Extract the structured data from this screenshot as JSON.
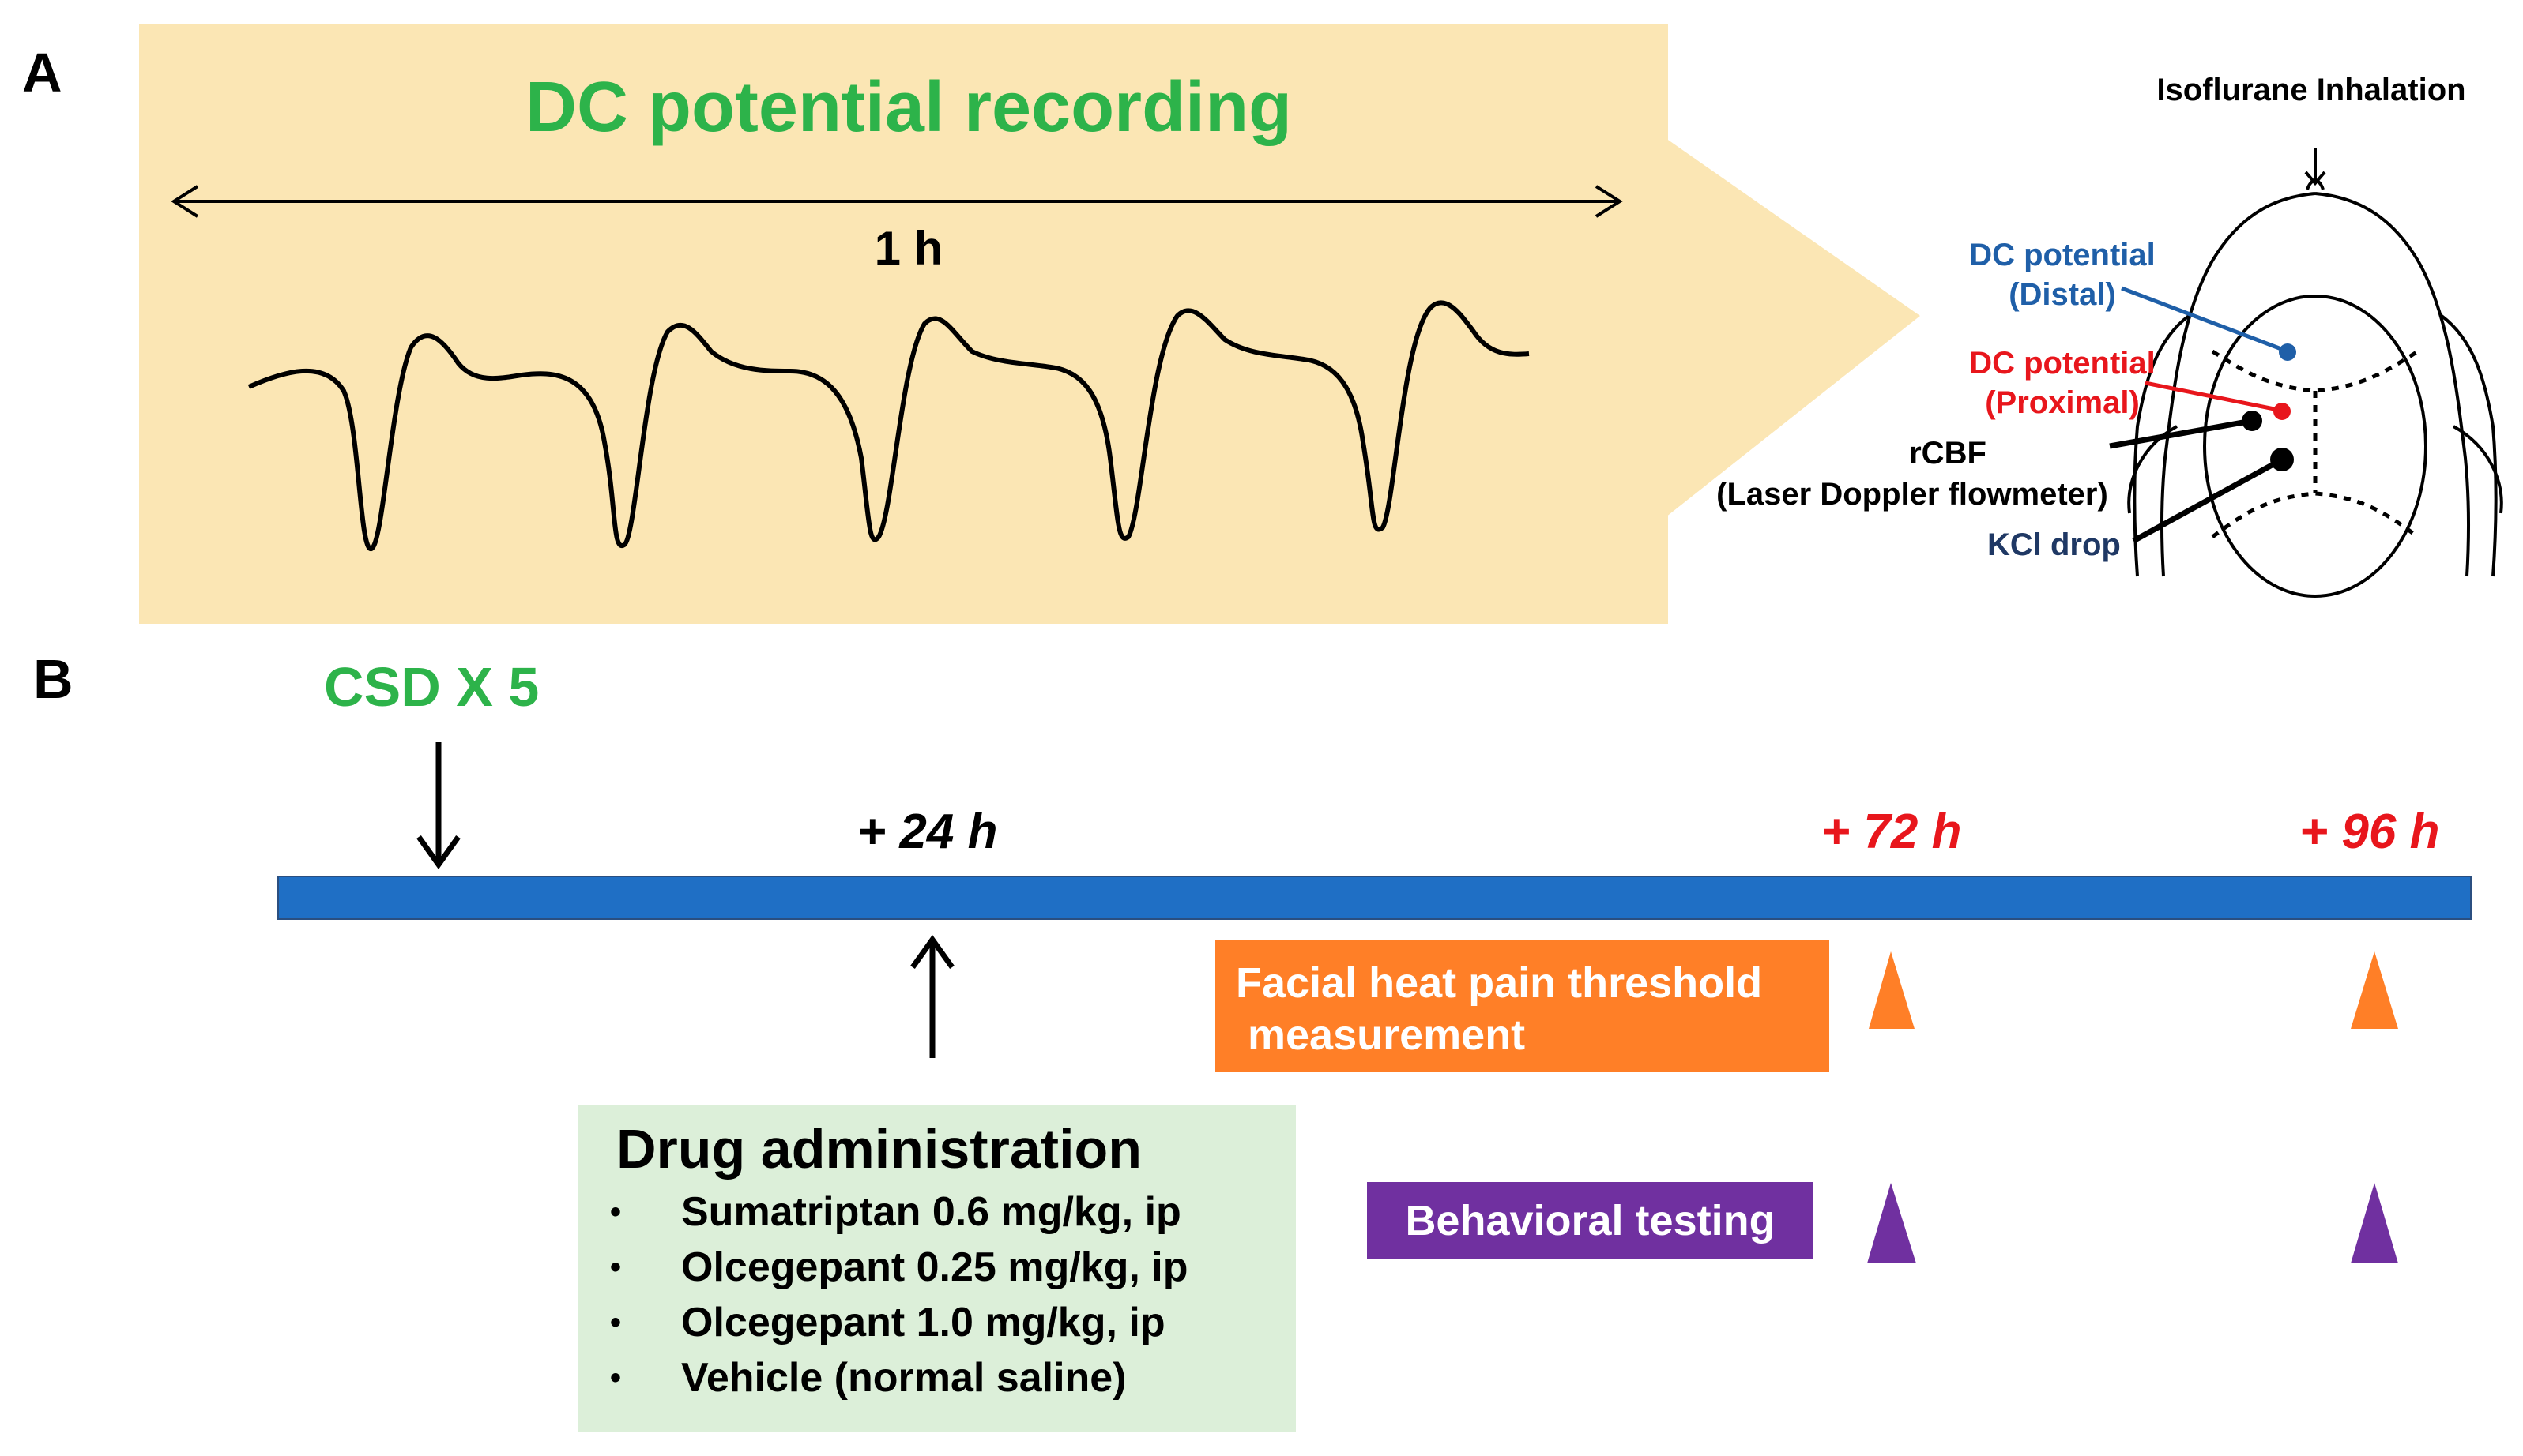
{
  "panel_a": {
    "letter": "A",
    "title": "DC potential recording",
    "duration_label": "1 h",
    "trace_events": 5
  },
  "rat_diagram": {
    "isoflurane_label": "Isoflurane Inhalation",
    "distal_label_1": "DC potential",
    "distal_label_2": "(Distal)",
    "proximal_label_1": "DC potential",
    "proximal_label_2": "(Proximal)",
    "rcbf_label_1": "rCBF",
    "rcbf_label_2": "(Laser Doppler flowmeter)",
    "kcl_label": "KCl drop",
    "colors": {
      "distal": "#1f5fa8",
      "proximal": "#e8161c",
      "kcl": "#1f3864"
    }
  },
  "panel_b": {
    "letter": "B",
    "csd_label": "CSD X 5",
    "timepoints": [
      "+ 24 h",
      "+ 72 h",
      "+ 96 h"
    ],
    "timeline_color": "#1f6fc5",
    "facial_label_1": "Facial heat pain threshold",
    "facial_label_2": " measurement",
    "behavioral_label": "Behavioral testing",
    "drug_title": "Drug administration",
    "drugs": [
      "Sumatriptan 0.6 mg/kg, ip",
      "Olcegepant 0.25 mg/kg, ip",
      "Olcegepant 1.0 mg/kg, ip",
      "Vehicle (normal saline)"
    ],
    "colors": {
      "orange": "#ff7f27",
      "purple": "#7030a0",
      "red": "#e8161c",
      "green": "#2db34a"
    }
  }
}
